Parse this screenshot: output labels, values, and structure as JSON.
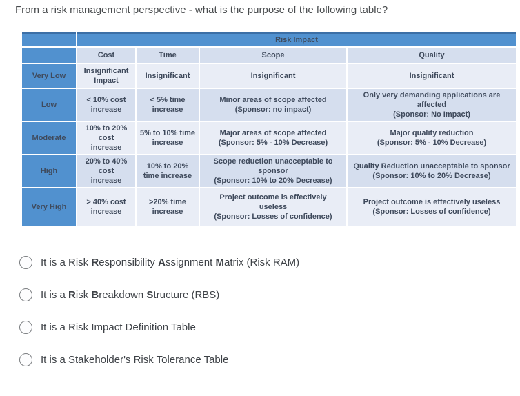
{
  "question": "From a risk management perspective - what is the purpose of the following table?",
  "table": {
    "merged_header": "Risk Impact",
    "columns": [
      "Cost",
      "Time",
      "Scope",
      "Quality"
    ],
    "rows": [
      {
        "level": "Very Low",
        "cost": "Insignificant\nImpact",
        "time": "Insignificant",
        "scope": "Insignificant",
        "quality": "Insignificant"
      },
      {
        "level": "Low",
        "cost": "< 10% cost\nincrease",
        "time": "< 5% time\nincrease",
        "scope": "Minor areas of scope affected\n(Sponsor: no impact)",
        "quality": "Only very demanding applications are\naffected\n(Sponsor: No Impact)"
      },
      {
        "level": "Moderate",
        "cost": "10% to 20%\ncost\nincrease",
        "time": "5% to 10% time\nincrease",
        "scope": "Major areas of scope affected\n(Sponsor: 5% - 10% Decrease)",
        "quality": "Major quality reduction\n(Sponsor: 5% - 10% Decrease)"
      },
      {
        "level": "High",
        "cost": "20% to 40%\ncost\nincrease",
        "time": "10% to 20%\ntime increase",
        "scope": "Scope reduction unacceptable to\nsponsor\n(Sponsor: 10% to 20% Decrease)",
        "quality": "Quality Reduction unacceptable to sponsor\n(Sponsor: 10% to 20% Decrease)"
      },
      {
        "level": "Very High",
        "cost": "> 40% cost\nincrease",
        "time": ">20% time\nincrease",
        "scope": "Project outcome is effectively\nuseless\n(Sponsor: Losses of confidence)",
        "quality": "Project outcome is effectively useless\n(Sponsor: Losses of confidence)"
      }
    ]
  },
  "options": [
    {
      "html": "It is a Risk <b>R</b>esponsibility <b>A</b>ssignment <b>M</b>atrix (Risk RAM)"
    },
    {
      "html": "It is a <b>R</b>isk <b>B</b>reakdown <b>S</b>tructure (RBS)"
    },
    {
      "html": "It is a Risk Impact Definition Table"
    },
    {
      "html": "It is a Stakeholder's Risk Tolerance Table"
    }
  ],
  "colors": {
    "header_blue": "#5191cf",
    "band_dark": "#d5deee",
    "band_light": "#e9edf6",
    "table_text": "#3f4a5c"
  }
}
